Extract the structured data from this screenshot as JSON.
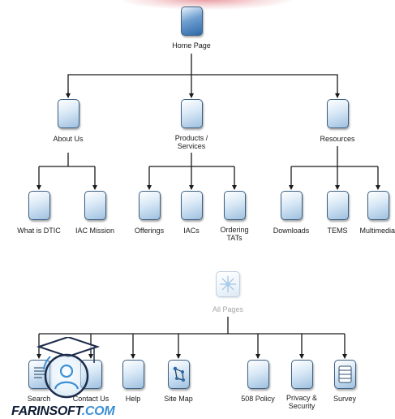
{
  "diagram": {
    "home": "Home Page",
    "sections": [
      {
        "label": "About Us",
        "children": [
          "What is DTIC",
          "IAC Mission"
        ]
      },
      {
        "label": "Products / Services",
        "children": [
          "Offerings",
          "IACs",
          "Ordering TATs"
        ]
      },
      {
        "label": "Resources",
        "children": [
          "Downloads",
          "TEMS",
          "Multimedia"
        ]
      }
    ],
    "all_pages": "All Pages",
    "all_pages_children": [
      "Search",
      "Contact Us",
      "Help",
      "Site Map",
      "508 Policy",
      "Privacy & Security",
      "Survey"
    ]
  },
  "icons": {
    "home": "page-icon-selected",
    "all_pages": "globe-network-icon",
    "site_map": "sitemap-icon",
    "survey": "list-icon",
    "search": "document-list-icon"
  },
  "colors": {
    "line": "#1a1a1a",
    "box_border": "#3b5f82",
    "box_fill": "#d8e8f6",
    "selected_fill": "#2e6aa8",
    "faded_label": "#a6a6a6"
  },
  "watermark": {
    "brand": "FARINSOFT",
    "suffix": ".COM"
  }
}
